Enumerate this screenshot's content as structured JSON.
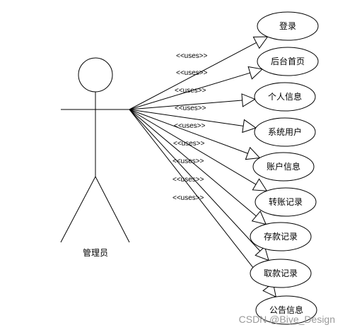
{
  "actor": {
    "label": "管理员"
  },
  "relation_label": "<<uses>>",
  "use_cases": [
    "登录",
    "后台首页",
    "个人信息",
    "系统用户",
    "账户信息",
    "转账记录",
    "存款记录",
    "取款记录",
    "公告信息"
  ],
  "watermark": "CSDN @Biye_Design"
}
